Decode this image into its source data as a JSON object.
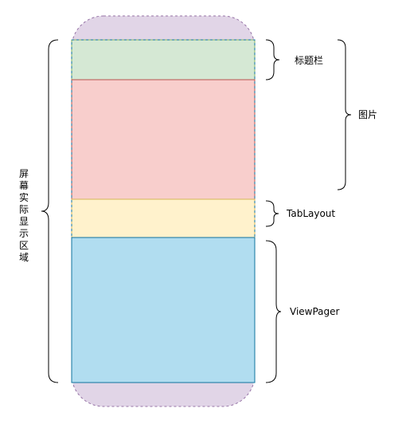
{
  "labels": {
    "title_bar": "标题栏",
    "image": "图片",
    "tab_layout": "TabLayout",
    "view_pager": "ViewPager",
    "screen_area": [
      "屏",
      "幕",
      "实",
      "际",
      "显",
      "示",
      "区",
      "域"
    ]
  },
  "colors": {
    "device_fill": "#e1d5e7",
    "device_stroke": "#9673a6",
    "title_bar_fill": "#d5e8d4",
    "title_bar_stroke": "#82b366",
    "image_fill": "#f8cecc",
    "image_stroke": "#b85450",
    "tab_layout_fill": "#fff2cc",
    "tab_layout_stroke": "#d6b656",
    "view_pager_fill": "#b1ddf0",
    "view_pager_stroke": "#10739e"
  }
}
